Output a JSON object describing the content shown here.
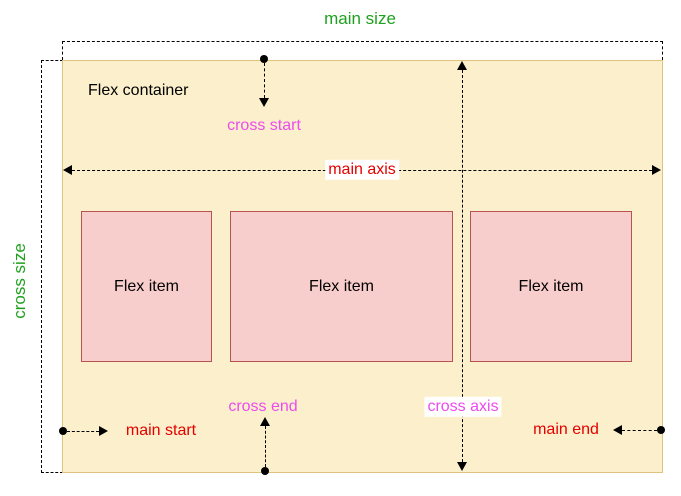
{
  "labels": {
    "main_size": "main size",
    "cross_size": "cross size",
    "flex_container": "Flex container",
    "cross_start": "cross start",
    "main_axis": "main axis",
    "cross_axis": "cross axis",
    "cross_end": "cross end",
    "main_start": "main start",
    "main_end": "main end"
  },
  "items": [
    {
      "label": "Flex item"
    },
    {
      "label": "Flex item"
    },
    {
      "label": "Flex item"
    }
  ],
  "colors": {
    "label_green": "#1FA11F",
    "label_red": "#E60000",
    "label_magenta": "#ED4BED",
    "container_fill": "#FBF0CB",
    "container_border": "#DFC27D",
    "item_fill": "#F8CECC",
    "item_border": "#B85450",
    "line_color": "#000000"
  }
}
